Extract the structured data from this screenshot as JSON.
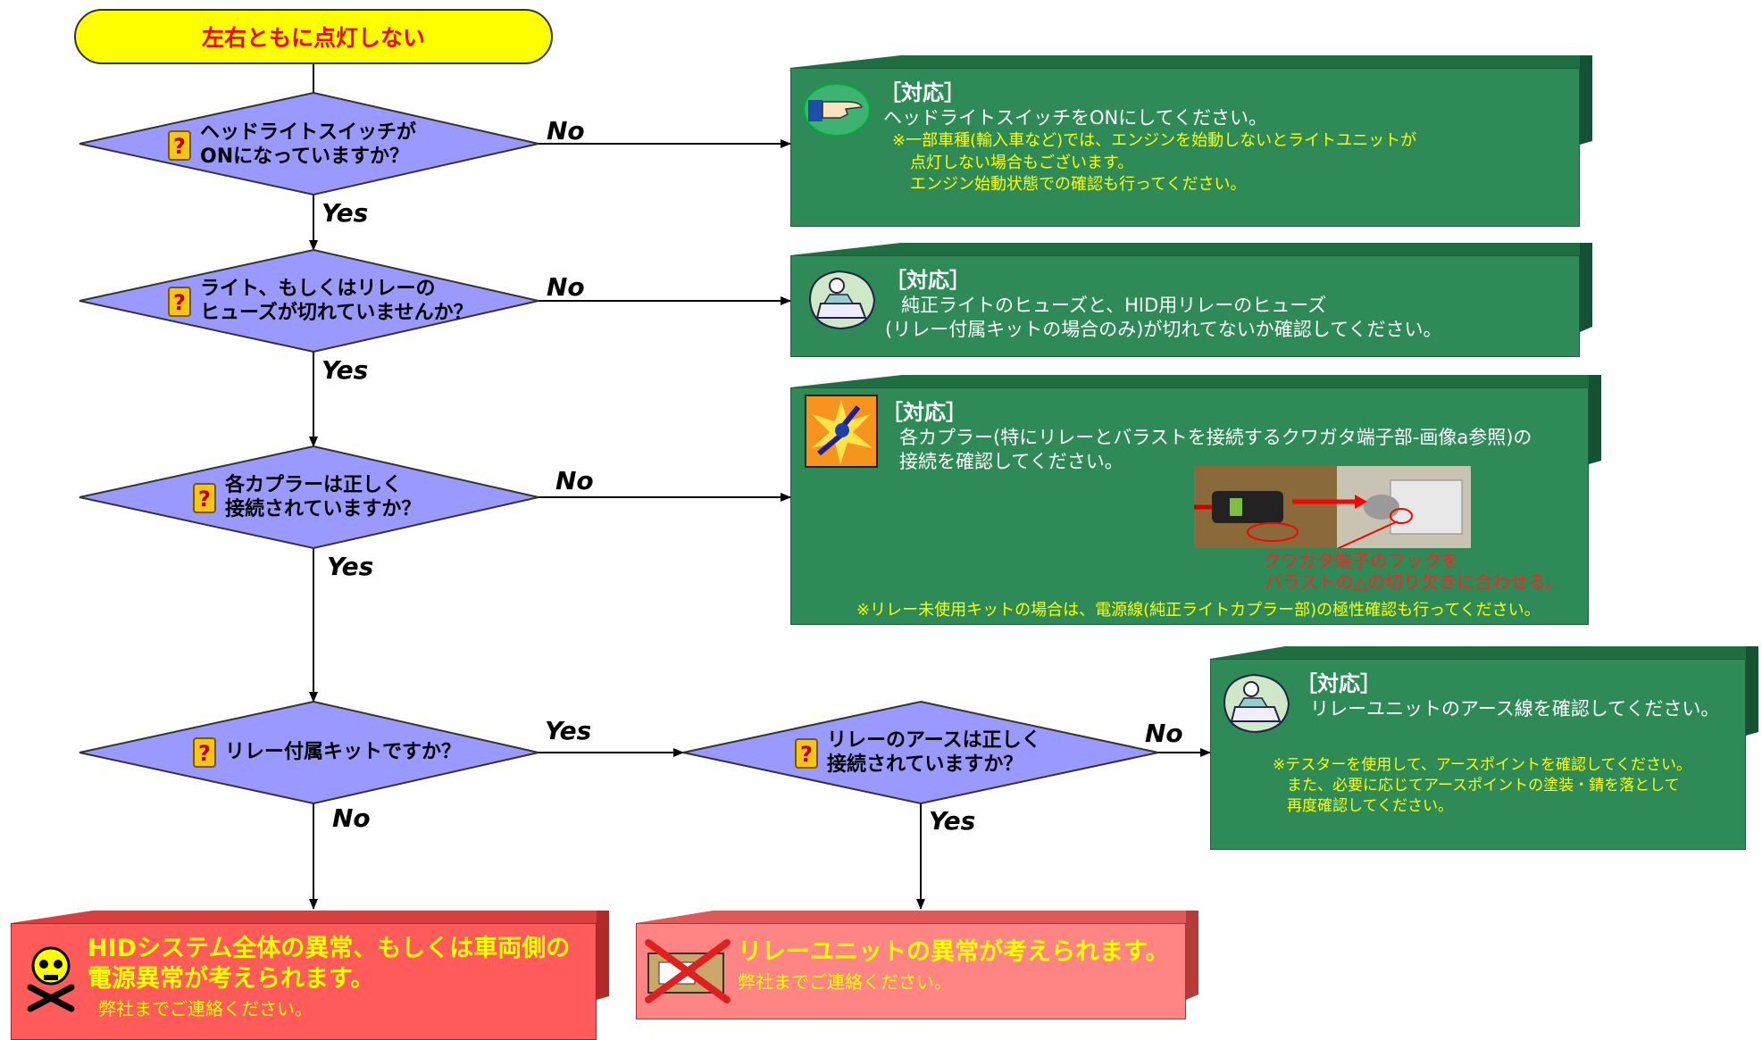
{
  "start": "左右ともに点灯しない",
  "decisions": {
    "d1": [
      "ヘッドライトスイッチが",
      "ONになっていますか？"
    ],
    "d2": [
      "ライト、もしくはリレーの",
      "ヒューズが切れていませんか？"
    ],
    "d3": [
      "各カプラーは正しく",
      "接続されていますか？"
    ],
    "d4": [
      "リレー付属キットですか？"
    ],
    "d5": [
      "リレーのアースは正しく",
      "接続されていますか？"
    ]
  },
  "labels": {
    "yes": "Yes",
    "no": "No"
  },
  "actions": {
    "a1": {
      "head": "［対応］",
      "main": [
        "ヘッドライトスイッチをONにしてください。"
      ],
      "note": [
        "※一部車種(輸入車など)では、エンジンを始動しないとライトユニットが",
        "点灯しない場合もございます。",
        "エンジン始動状態での確認も行ってください。"
      ]
    },
    "a2": {
      "head": "［対応］",
      "main": [
        "純正ライトのヒューズと、HID用リレーのヒューズ",
        "(リレー付属キットの場合のみ)が切れてないか確認してください。"
      ]
    },
    "a3": {
      "head": "［対応］",
      "main": [
        "各カプラー(特にリレーとバラストを接続するクワガタ端子部-画像a参照)の",
        "接続を確認してください。"
      ],
      "photo_caption": [
        "クワガタ端子のフックを",
        "バラストの△の切り欠きに合わせる。"
      ],
      "note": [
        "※リレー未使用キットの場合は、電源線(純正ライトカプラー部)の極性確認も行ってください。"
      ]
    },
    "a4": {
      "head": "［対応］",
      "main": [
        "リレーユニットのアース線を確認してください。"
      ],
      "note": [
        "※テスターを使用して、アースポイントを確認してください。",
        "また、必要に応じてアースポイントの塗装・錆を落として",
        "再度確認してください。"
      ]
    }
  },
  "results": {
    "r1": {
      "title": [
        "HIDシステム全体の異常、もしくは車両側の",
        "電源異常が考えられます。"
      ],
      "sub": "弊社までご連絡ください。"
    },
    "r2": {
      "title": [
        "リレーユニットの異常が考えられます。"
      ],
      "sub": "弊社までご連絡ください。"
    }
  },
  "colors": {
    "decision_fill": "#9999ff",
    "action_fill": "#2e8b57",
    "result_fill": "#ff5b5b",
    "start_fill": "#ffff00",
    "note_text": "#ffff00"
  }
}
